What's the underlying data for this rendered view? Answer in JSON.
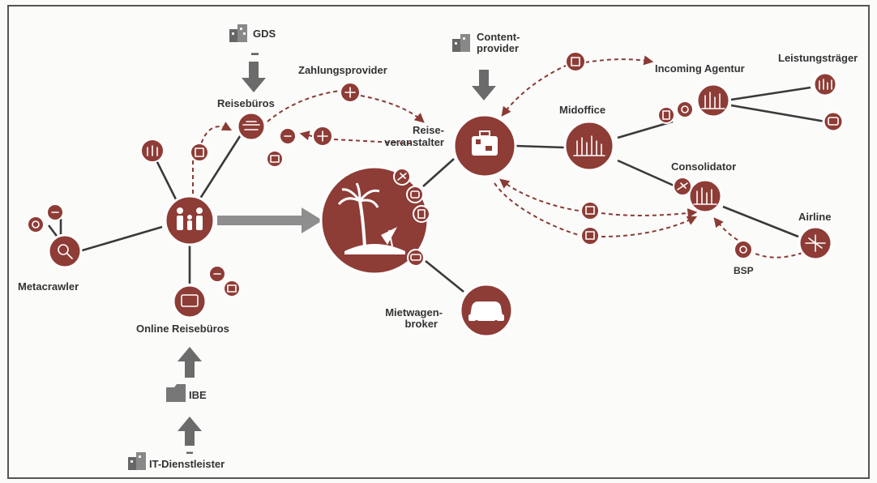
{
  "nodes": {
    "gds": "GDS",
    "zahlungsprovider": "Zahlungsprovider",
    "reisebueros": "Reisebüros",
    "reiseveranstalter_l1": "Reise-",
    "reiseveranstalter_l2": "veranstalter",
    "contentprovider_l1": "Content-",
    "contentprovider_l2": "provider",
    "midoffice": "Midoffice",
    "incoming_agentur": "Incoming Agentur",
    "leistungstraeger": "Leistungsträger",
    "consolidator": "Consolidator",
    "airline": "Airline",
    "bsp": "BSP",
    "metacrawler": "Metacrawler",
    "online_reisebueros": "Online Reisebüros",
    "ibe": "IBE",
    "it_dienstleister": "IT-Dienstleister",
    "mietwagenbroker_l1": "Mietwagen-",
    "mietwagenbroker_l2": "broker"
  },
  "colors": {
    "node": "#8e3c36",
    "edge": "#3a3a3a",
    "dashed": "#8a3b34",
    "arrow": "#6b6b6b"
  },
  "icons": {
    "gds": "building-icon",
    "contentprovider": "building-icon",
    "it_dienstleister": "building-icon",
    "ibe": "folder-icon",
    "customers": "family-icon",
    "travel": "palm-beach-icon",
    "reiseveranstalter": "suitcase-icon",
    "mietwagenbroker": "car-icon"
  }
}
